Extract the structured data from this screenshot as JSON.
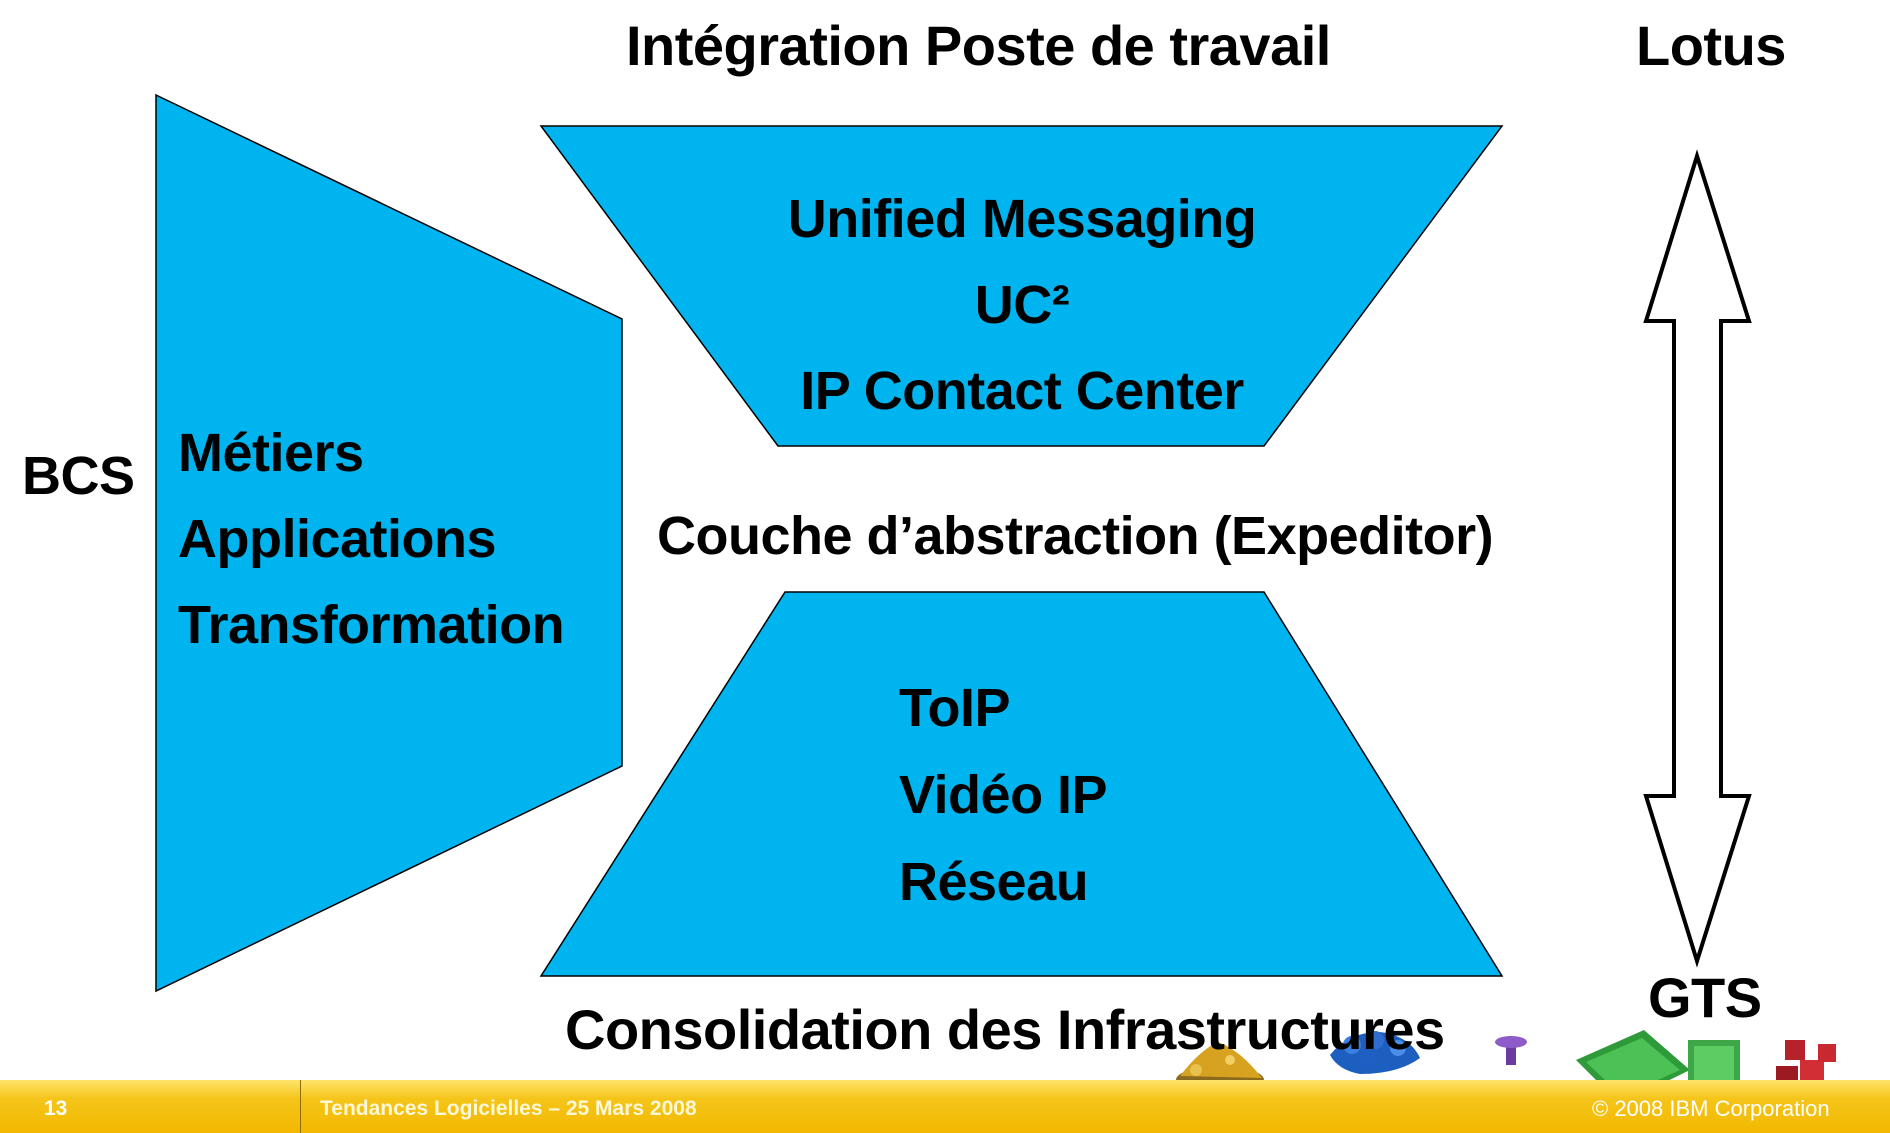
{
  "diagram": {
    "top_title": "Intégration Poste de travail",
    "right_top": "Lotus",
    "right_bottom": "GTS",
    "left_label": "BCS",
    "left_lines": [
      "Métiers",
      "Applications",
      "Transformation"
    ],
    "top_shape_lines": [
      "Unified Messaging",
      "UC²",
      "IP Contact Center"
    ],
    "middle_label": "Couche d’abstraction (Expeditor)",
    "bottom_shape_lines": [
      "ToIP",
      "Vidéo IP",
      "Réseau"
    ],
    "bottom_title": "Consolidation des Infrastructures",
    "colors": {
      "shape_fill": "#00b4f0",
      "outline": "#000000",
      "footer": "#f2b800"
    }
  },
  "footer": {
    "page_number": "13",
    "event": "Tendances Logicielles – 25 Mars 2008",
    "copyright": "© 2008 IBM Corporation"
  }
}
